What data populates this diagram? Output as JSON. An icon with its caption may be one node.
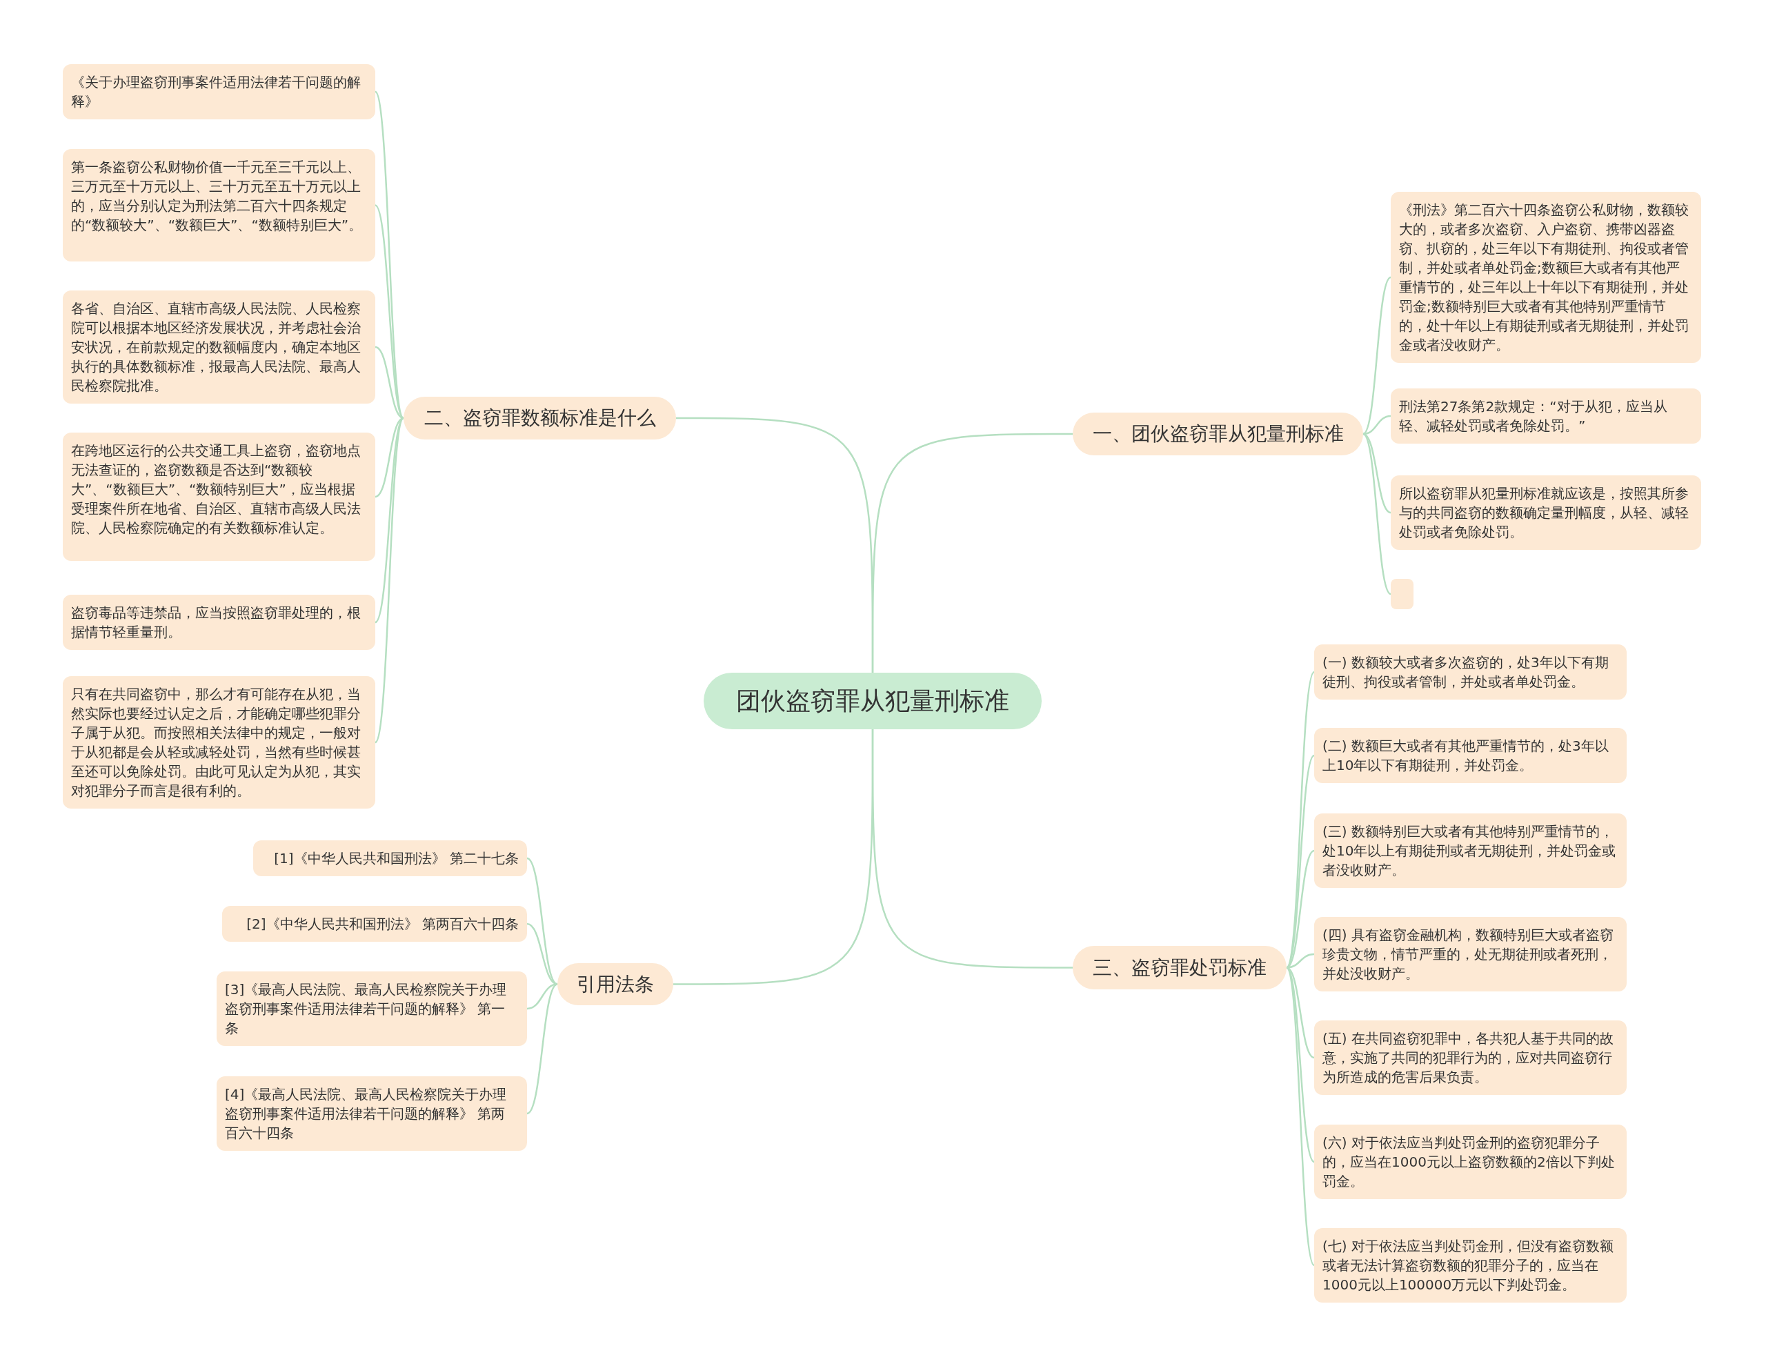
{
  "diagram": {
    "nodes": [
      {
        "text": [
          "团伙盗窃罪从犯量刑标准"
        ]
      },
      {
        "text": [
          "一、团伙盗窃罪从犯量刑标准"
        ]
      },
      {
        "text": [
          "《刑法》第二百六十四条盗窃公私财物，数额较大的，或者多次盗窃、入户盗窃、携带凶器盗窃、扒窃的，处三年以下有期徒刑、拘役或者管制，并处或者单处罚金;数额巨大或者有其他严重情节的，处三年以上十年以下有期徒刑，并处罚金;数额特别巨大或者有其他特别严重情节的，处十年以上有期徒刑或者无期徒刑，并处罚金或者没收财产。"
        ]
      },
      {
        "text": [
          "刑法第27条第2款规定：“对于从犯，应当从轻、减轻处罚或者免除处罚。”"
        ]
      },
      {
        "text": [
          "所以盗窃罪从犯量刑标准就应该是，按照其所参与的共同盗窃的数额确定量刑幅度，从轻、减轻处罚或者免除处罚。"
        ]
      },
      {
        "text": [],
        "shape": "box"
      },
      {
        "text": [
          "二、盗窃罪数额标准是什么"
        ]
      },
      {
        "text": [
          "《关于办理盗窃刑事案件适用法律若干问题的解释》"
        ]
      },
      {
        "text": [
          "第一条盗窃公私财物价值一千元至三千元以上、三万元至十万元以上、三十万元至五十万元以上的，应当分别认定为刑法第二百六十四条规定的“数额较大”、“数额巨大”、“数额特别巨大”。"
        ]
      },
      {
        "text": [
          "各省、自治区、直辖市高级人民法院、人民检察院可以根据本地区经济发展状况，并考虑社会治安状况，在前款规定的数额幅度内，确定本地区执行的具体数额标准，报最高人民法院、最高人民检察院批准。"
        ]
      },
      {
        "text": [
          "在跨地区运行的公共交通工具上盗窃，盗窃地点无法查证的，盗窃数额是否达到“数额较大”、“数额巨大”、“数额特别巨大”，应当根据受理案件所在地省、自治区、直辖市高级人民法院、人民检察院确定的有关数额标准认定。"
        ]
      },
      {
        "text": [
          "盗窃毒品等违禁品，应当按照盗窃罪处理的，根据情节轻重量刑。"
        ]
      },
      {
        "text": [
          "只有在共同盗窃中，那么才有可能存在从犯，当然实际也要经过认定之后，才能确定哪些犯罪分子属于从犯。而按照相关法律中的规定，一般对于从犯都是会从轻或减轻处罚，当然有些时候甚至还可以免除处罚。由此可见认定为从犯，其实对犯罪分子而言是很有利的。"
        ]
      },
      {
        "text": [
          "三、盗窃罪处罚标准"
        ]
      },
      {
        "text": [
          "(一) 数额较大或者多次盗窃的，处3年以下有期徒刑、拘役或者管制，并处或者单处罚金。"
        ]
      },
      {
        "text": [
          "(二) 数额巨大或者有其他严重情节的，处3年以上10年以下有期徒刑，并处罚金。"
        ]
      },
      {
        "text": [
          "(三) 数额特别巨大或者有其他特别严重情节的，处10年以上有期徒刑或者无期徒刑，并处罚金或者没收财产。"
        ]
      },
      {
        "text": [
          "(四) 具有盗窃金融机构，数额特别巨大或者盗窃珍贵文物，情节严重的，处无期徒刑或者死刑，并处没收财产。"
        ]
      },
      {
        "text": [
          "(五) 在共同盗窃犯罪中，各共犯人基于共同的故意，实施了共同的犯罪行为的，应对共同盗窃行为所造成的危害后果负责。"
        ]
      },
      {
        "text": [
          "(六) 对于依法应当判处罚金刑的盗窃犯罪分子的，应当在1000元以上盗窃数额的2倍以下判处罚金。"
        ]
      },
      {
        "text": [
          "(七) 对于依法应当判处罚金刑，但没有盗窃数额或者无法计算盗窃数额的犯罪分子的，应当在1000元以上100000万元以下判处罚金。"
        ]
      },
      {
        "text": [
          "引用法条"
        ]
      },
      {
        "text": [
          "[1]《中华人民共和国刑法》 第二十七条"
        ]
      },
      {
        "text": [
          "[2]《中华人民共和国刑法》 第两百六十四条"
        ]
      },
      {
        "text": [
          "[3]《最高人民法院、最高人民检察院关于办理盗窃刑事案件适用法律若干问题的解释》 第一条"
        ]
      },
      {
        "text": [
          "[4]《最高人民法院、最高人民检察院关于办理盗窃刑事案件适用法律若干问题的解释》 第两百六十四条"
        ]
      }
    ],
    "edges": [
      {
        "from": 0,
        "to": 1,
        "arrow": "none"
      },
      {
        "from": 1,
        "to": 2,
        "arrow": "none"
      },
      {
        "from": 1,
        "to": 3,
        "arrow": "none"
      },
      {
        "from": 1,
        "to": 4,
        "arrow": "none"
      },
      {
        "from": 1,
        "to": 5,
        "arrow": "none"
      },
      {
        "from": 0,
        "to": 6,
        "arrow": "none"
      },
      {
        "from": 6,
        "to": 7,
        "arrow": "none"
      },
      {
        "from": 6,
        "to": 8,
        "arrow": "none"
      },
      {
        "from": 6,
        "to": 9,
        "arrow": "none"
      },
      {
        "from": 6,
        "to": 10,
        "arrow": "none"
      },
      {
        "from": 6,
        "to": 11,
        "arrow": "none"
      },
      {
        "from": 6,
        "to": 12,
        "arrow": "none"
      },
      {
        "from": 0,
        "to": 13,
        "arrow": "none"
      },
      {
        "from": 13,
        "to": 14,
        "arrow": "none"
      },
      {
        "from": 13,
        "to": 15,
        "arrow": "none"
      },
      {
        "from": 13,
        "to": 16,
        "arrow": "none"
      },
      {
        "from": 13,
        "to": 17,
        "arrow": "none"
      },
      {
        "from": 13,
        "to": 18,
        "arrow": "none"
      },
      {
        "from": 13,
        "to": 19,
        "arrow": "none"
      },
      {
        "from": 13,
        "to": 20,
        "arrow": "none"
      },
      {
        "from": 0,
        "to": 21,
        "arrow": "none"
      },
      {
        "from": 21,
        "to": 22,
        "arrow": "none"
      },
      {
        "from": 21,
        "to": 23,
        "arrow": "none"
      },
      {
        "from": 21,
        "to": 24,
        "arrow": "none"
      },
      {
        "from": 21,
        "to": 25,
        "arrow": "none"
      }
    ]
  }
}
